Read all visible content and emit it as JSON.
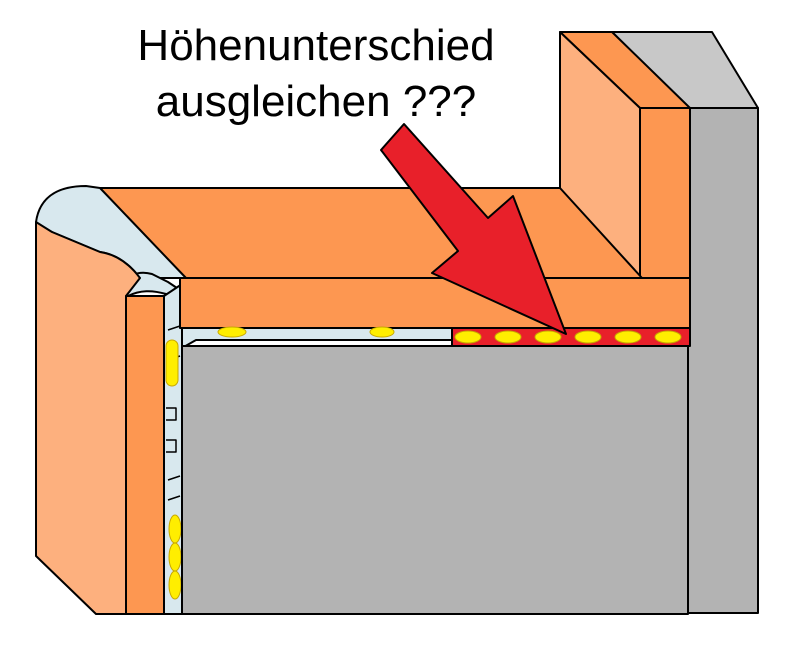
{
  "caption": {
    "line1": "Höhenunterschied",
    "line2": "ausgleichen ???"
  },
  "colors": {
    "wood_light": "#fdb07e",
    "wood_dark": "#fd9751",
    "concrete": "#b3b3b3",
    "concrete_dark": "#8d8d8d",
    "profile": "#d8e8ee",
    "glue": "#ffee00",
    "arrow": "#e8202a",
    "outline": "#000000"
  },
  "icons": {
    "arrow": "red-arrow-pointing-down-right",
    "glue": "yellow-adhesive-dots"
  }
}
